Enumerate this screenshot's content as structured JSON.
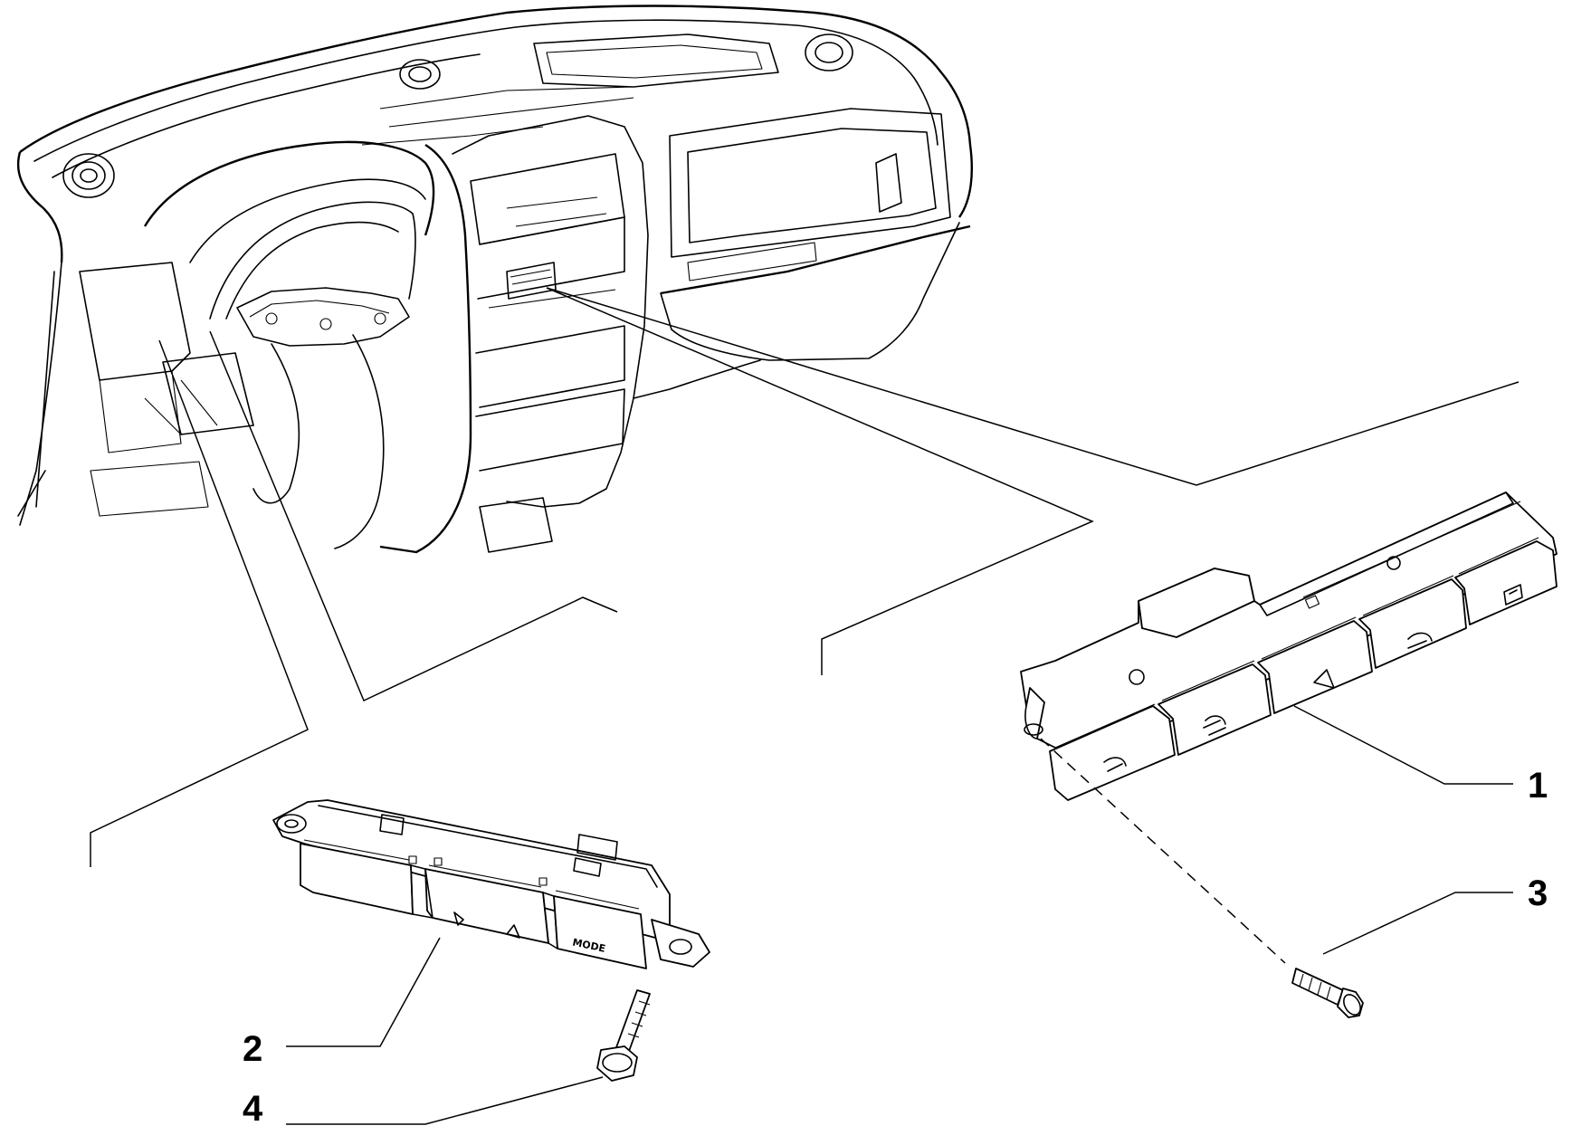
{
  "diagram": {
    "callouts": [
      {
        "id": "1",
        "label": "1",
        "part": "switch-panel-large"
      },
      {
        "id": "2",
        "label": "2",
        "part": "switch-panel-small"
      },
      {
        "id": "3",
        "label": "3",
        "part": "screw-large-panel"
      },
      {
        "id": "4",
        "label": "4",
        "part": "screw-small-panel"
      }
    ],
    "small_panel_key_label": "MODE"
  }
}
